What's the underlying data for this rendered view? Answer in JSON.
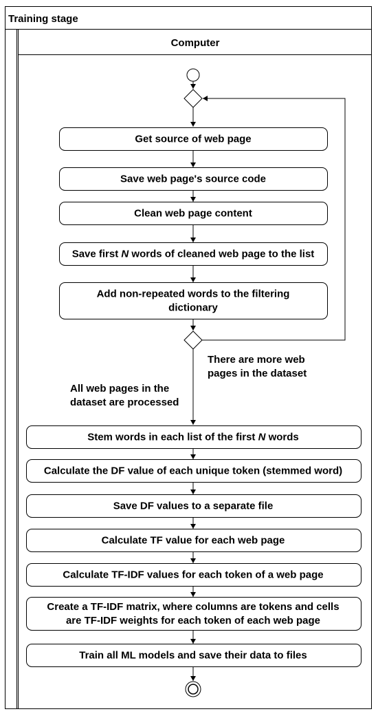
{
  "pool": {
    "title": "Training stage"
  },
  "lane": {
    "title": "Computer"
  },
  "actions": [
    {
      "lines": [
        "Get source of web page"
      ]
    },
    {
      "lines": [
        "Save web page's source code"
      ]
    },
    {
      "lines": [
        "Clean web page content"
      ]
    },
    {
      "lines": [
        "Save first |N| words of cleaned web page to the list"
      ]
    },
    {
      "lines": [
        "Add non-repeated words to the filtering",
        "dictionary"
      ]
    },
    {
      "lines": [
        "Stem words in each list of the first |N| words"
      ]
    },
    {
      "lines": [
        "Calculate the DF value of each unique token (stemmed word)"
      ]
    },
    {
      "lines": [
        "Save DF values to a separate file"
      ]
    },
    {
      "lines": [
        "Calculate TF value for each web page"
      ]
    },
    {
      "lines": [
        "Calculate TF-IDF values for each token of a web page"
      ]
    },
    {
      "lines": [
        "Create a TF-IDF matrix, where columns are tokens and cells",
        "are TF-IDF weights for each token of each web page"
      ]
    },
    {
      "lines": [
        "Train all ML models and save their data to files"
      ]
    }
  ],
  "guards": {
    "loop": [
      "There are more web",
      "pages in the dataset"
    ],
    "exit": [
      "All web pages in the",
      "dataset are processed"
    ]
  }
}
